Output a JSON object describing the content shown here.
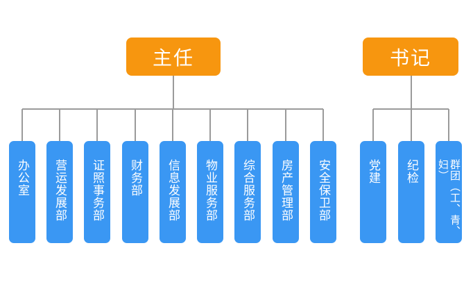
{
  "heads": {
    "director": "主任",
    "secretary": "书记"
  },
  "director_departments": [
    "办公室",
    "营运发展部",
    "证照事务部",
    "财务部",
    "信息发展部",
    "物业服务部",
    "综合服务部",
    "房产管理部",
    "安全保卫部"
  ],
  "secretary_departments": [
    "党建",
    "纪检",
    "群团（工、青、妇）"
  ],
  "colors": {
    "head_box": "#f7960f",
    "department_box": "#3a97f3",
    "connector": "#9a9a9a"
  }
}
